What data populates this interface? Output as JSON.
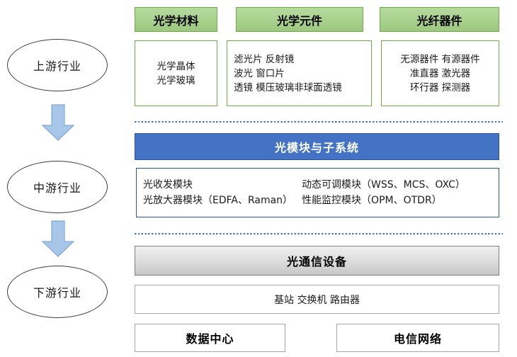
{
  "stages": [
    {
      "label": "上游行业"
    },
    {
      "label": "中游行业"
    },
    {
      "label": "下游行业"
    }
  ],
  "upstream": {
    "columns": [
      {
        "header": "光学材料",
        "lines": [
          "光学晶体",
          "光学玻璃"
        ]
      },
      {
        "header": "光学元件",
        "lines": [
          "滤光片 反射镜",
          "波光 窗口片",
          "透镜 模压玻璃非球面透镜"
        ]
      },
      {
        "header": "光纤器件",
        "lines": [
          "无源器件 有源器件",
          "准直器 激光器",
          "环行器 探测器"
        ]
      }
    ]
  },
  "midstream": {
    "header": "光模块与子系统",
    "left_lines": [
      "光收发模块",
      "光放大器模块（EDFA、Raman）"
    ],
    "right_lines": [
      "动态可调模块（WSS、MCS、OXC）",
      "性能监控模块（OPM、OTDR）"
    ]
  },
  "downstream": {
    "header": "光通信设备",
    "devices": "基站 交换机 路由器",
    "markets": [
      "数据中心",
      "电信网络"
    ]
  },
  "colors": {
    "accent_blue": "#4472c4",
    "blue_border": "#2f5597",
    "green_fill": "#a9d18e",
    "green_border": "#70ad47",
    "arrow_fill": "#a8c6e8",
    "arrow_border": "#7fa8d4",
    "gray_border": "#a6a6a6",
    "gray_header_fill": "#d9d9d9"
  }
}
